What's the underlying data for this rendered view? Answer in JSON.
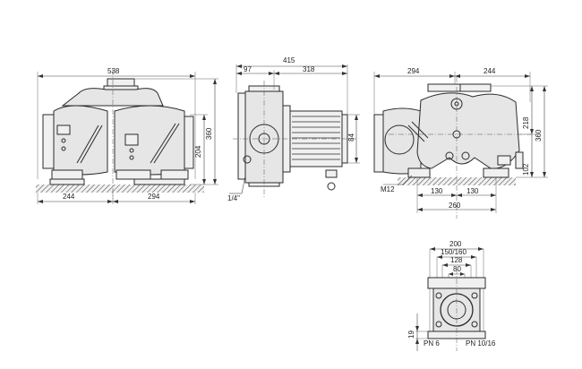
{
  "dimensions": {
    "front_total_width": "538",
    "front_left_half": "244",
    "front_right_half": "294",
    "front_height_total": "360",
    "front_height_upper": "204",
    "side_total_width": "415",
    "side_left_part": "97",
    "side_right_part": "318",
    "side_motor_height": "84",
    "side_thread": "1/4\"",
    "top_left_width": "294",
    "top_right_width": "244",
    "top_height_total": "360",
    "top_height_upper": "218",
    "top_height_lower": "102",
    "top_bolt": "M12",
    "top_foot_left": "130",
    "top_foot_right": "130",
    "top_foot_total": "260",
    "flange_outer": "200",
    "flange_bolt_circle": "150/160",
    "flange_inner": "128",
    "flange_bore": "80",
    "flange_thickness": "19"
  },
  "labels": {
    "pn_low": "PN 6",
    "pn_high": "PN 10/16"
  }
}
